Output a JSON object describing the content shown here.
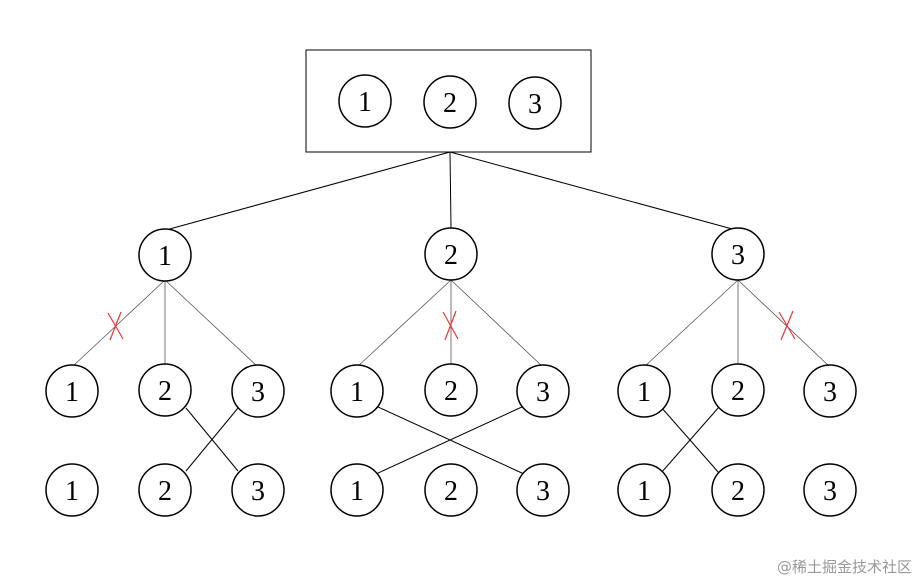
{
  "diagram": {
    "root": {
      "items": [
        "1",
        "2",
        "3"
      ]
    },
    "level1": [
      "1",
      "2",
      "3"
    ],
    "groups": [
      {
        "parent": "1",
        "children": [
          "1",
          "2",
          "3"
        ],
        "pruned": [
          "1"
        ],
        "bottom": [
          "1",
          "2",
          "3"
        ]
      },
      {
        "parent": "2",
        "children": [
          "1",
          "2",
          "3"
        ],
        "pruned": [
          "2"
        ],
        "bottom": [
          "1",
          "2",
          "3"
        ]
      },
      {
        "parent": "3",
        "children": [
          "1",
          "2",
          "3"
        ],
        "pruned": [
          "3"
        ],
        "bottom": [
          "1",
          "2",
          "3"
        ]
      }
    ],
    "colors": {
      "stroke": "#000000",
      "prune_mark": "#e53935",
      "watermark": "#999999"
    }
  },
  "watermark": "@稀土掘金技术社区"
}
